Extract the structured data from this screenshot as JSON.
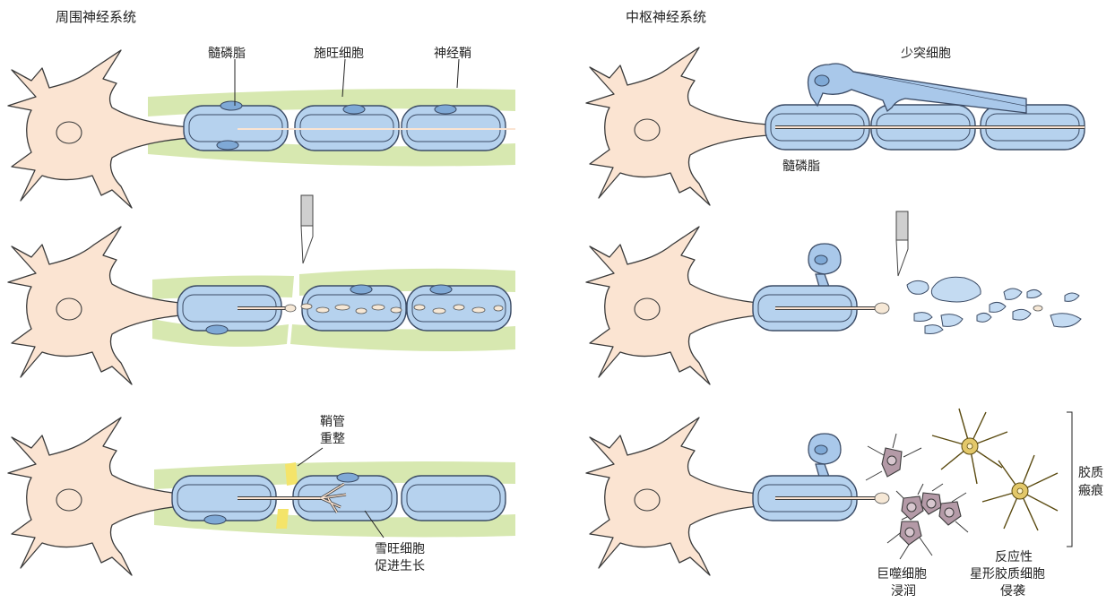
{
  "panels": {
    "left_title": "周围神经系统",
    "right_title": "中枢神经系统"
  },
  "labels": {
    "myelin_left": "髓磷脂",
    "schwann_cell": "施旺细胞",
    "neurilemma": "神经鞘",
    "oligodendrocyte": "少突细胞",
    "myelin_right": "髓磷脂",
    "sheath_tube_1": "鞘管",
    "sheath_tube_2": "重整",
    "schwann_growth_1": "雪旺细胞",
    "schwann_growth_2": "促进生长",
    "macrophage_1": "巨噬细胞",
    "macrophage_2": "浸润",
    "astro_1": "反应性",
    "astro_2": "星形胶质细胞",
    "astro_3": "侵袭",
    "glial_scar_1": "胶质",
    "glial_scar_2": "瘢痕"
  },
  "colors": {
    "soma": "#fbe4d2",
    "myelin": "#b6d2ee",
    "neurilemma": "#d7e8b0",
    "macrophage": "#b49aa7",
    "astrocyte": "#e3c86a"
  }
}
